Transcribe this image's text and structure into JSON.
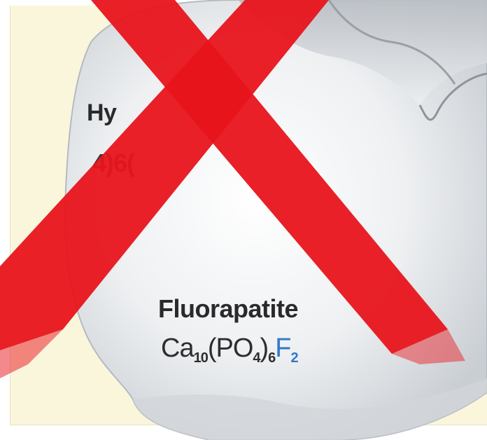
{
  "labels": {
    "hydroxyapatite_partial": "Hy",
    "hydroxyapatite_formula_partial": "4)6(",
    "fluorapatite": "Fluorapatite"
  },
  "formula": {
    "ca": "Ca",
    "ca_sub": "10",
    "po": "(PO",
    "po_sub": "4",
    "close": ")",
    "close_sub": "6",
    "f": "F",
    "f_sub": "2"
  },
  "colors": {
    "card_bg": "#faf6dc",
    "tooth_fill": "#e9ecef",
    "x_mark": "#e8141b",
    "fluorine": "#2f78c8"
  }
}
